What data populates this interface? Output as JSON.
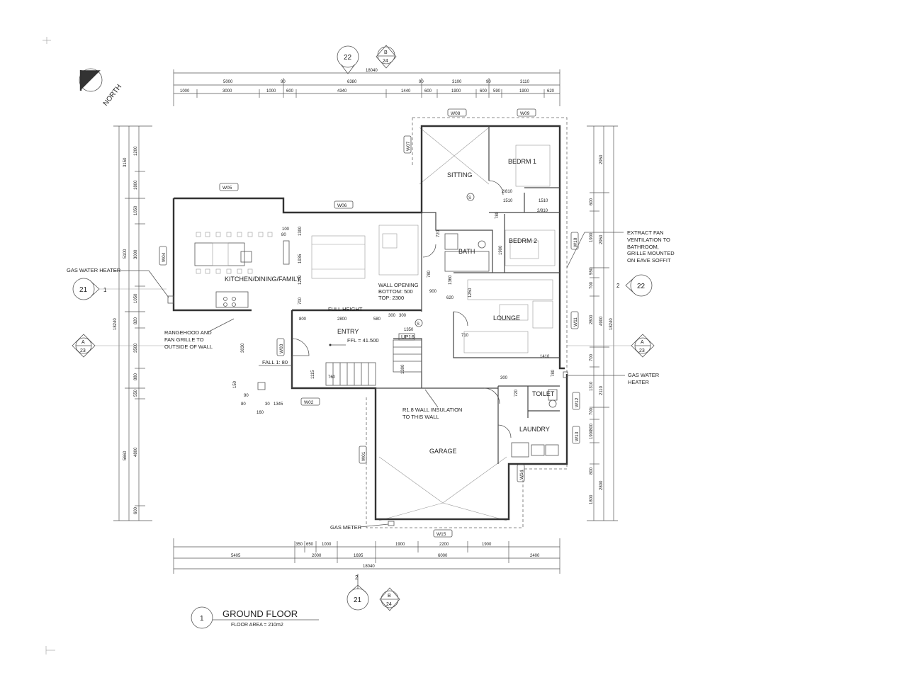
{
  "north": {
    "label": "NORTH"
  },
  "rooms": {
    "sitting": "SITTING",
    "bedroom1": "BEDRM 1",
    "bedroom2": "BEDRM 2",
    "bath": "BATH",
    "kitchen": "KITCHEN/DINING/FAMILY",
    "entry": "ENTRY",
    "lounge": "LOUNGE",
    "toilet": "TOILET",
    "laundry": "LAUNDRY",
    "garage": "GARAGE"
  },
  "notes": {
    "gas_water_heater_left": "GAS WATER HEATER",
    "rangehood": [
      "RANGEHOOD AND",
      "FAN GRILLE TO",
      "OUTSIDE OF WALL"
    ],
    "extract_fan": [
      "EXTRACT FAN",
      "VENTILATION TO",
      "BATHROOM,",
      "GRILLE MOUNTED",
      "ON EAVE SOFFIT"
    ],
    "gas_water_heater_right": [
      "GAS WATER",
      "HEATER"
    ],
    "wall_opening": [
      "WALL OPENING",
      "BOTTOM: 500",
      "TOP: 2300"
    ],
    "full_height": "FULL HEIGHT",
    "ffl": "FFL = 41.500",
    "up": "UP16",
    "fall": "FALL 1: 80",
    "insulation": [
      "R1.8 WALL INSULATION",
      "TO THIS WALL"
    ],
    "gas_meter": "GAS METER"
  },
  "windows": [
    "W05",
    "W06",
    "W04",
    "W07",
    "W08",
    "W09",
    "W10",
    "W11",
    "W12",
    "W13",
    "W14",
    "W15",
    "W01",
    "W02",
    "W03"
  ],
  "door_tags": [
    "2/810",
    "2/810",
    "S",
    "S"
  ],
  "dims": {
    "top_overall": "18040",
    "top_row1": [
      "5000",
      "90",
      "6380",
      "90",
      "3100",
      "90",
      "3110"
    ],
    "top_row2": [
      "1000",
      "3000",
      "1000",
      "600",
      "4340",
      "1440",
      "600",
      "1900",
      "600",
      "590",
      "1900",
      "620"
    ],
    "bottom_row1": [
      "350",
      "650",
      "1000",
      "1900",
      "2200",
      "1900"
    ],
    "bottom_row2": [
      "5405",
      "2000",
      "1695",
      "6000",
      "2400"
    ],
    "bottom_overall": "18040",
    "left_outer": [
      "3150",
      "5100",
      "18240",
      "5660"
    ],
    "left_inner": [
      "1200",
      "1800",
      "1050",
      "3000",
      "1050",
      "820",
      "3500",
      "880",
      "550",
      "4800",
      "600"
    ],
    "right_outer": [
      "2950",
      "2950",
      "4900",
      "18240",
      "2110",
      "2800"
    ],
    "right_inner": [
      "600",
      "1900",
      "550",
      "700",
      "2800",
      "700",
      "1310",
      "700",
      "800",
      "1900",
      "800",
      "1800"
    ],
    "internal": [
      "100",
      "80",
      "1300",
      "1935",
      "1200",
      "700",
      "800",
      "2800",
      "580",
      "300",
      "300",
      "1350",
      "720",
      "620",
      "780",
      "1250",
      "1360",
      "900",
      "710",
      "1900",
      "1510",
      "1510",
      "780",
      "1410",
      "780",
      "720",
      "300",
      "3030",
      "1115",
      "1300",
      "760",
      "150",
      "90",
      "80",
      "30",
      "160",
      "1345"
    ]
  },
  "section_markers": {
    "top_ref": {
      "number": "22"
    },
    "top_b": {
      "letter": "B",
      "number": "24"
    },
    "left_21": {
      "number": "21",
      "index": "1"
    },
    "right_22": {
      "number": "22",
      "index": "2"
    },
    "left_a": {
      "letter": "A",
      "number": "23"
    },
    "right_a": {
      "letter": "A",
      "number": "23"
    },
    "bottom_21": {
      "number": "21",
      "index": "2"
    },
    "bottom_b": {
      "letter": "B",
      "number": "24"
    }
  },
  "title": {
    "number": "1",
    "name": "GROUND FLOOR",
    "area": "FLOOR AREA = 210m2"
  }
}
